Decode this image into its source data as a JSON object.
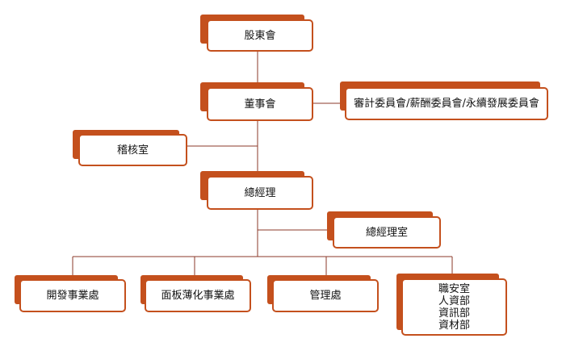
{
  "colors": {
    "accent": "#c4501d",
    "connector": "#8b3a2a",
    "text": "#111111",
    "background": "#ffffff"
  },
  "nodes": {
    "shareholders": "股東會",
    "board": "董事會",
    "committees": "審計委員會/薪酬委員會/永續發展委員會",
    "audit": "稽核室",
    "gm": "總經理",
    "gm_office": "總經理室",
    "dev": "開發事業處",
    "panel": "面板薄化事業處",
    "mgmt": "管理處",
    "support": [
      "職安室",
      "人資部",
      "資訊部",
      "資材部"
    ]
  }
}
